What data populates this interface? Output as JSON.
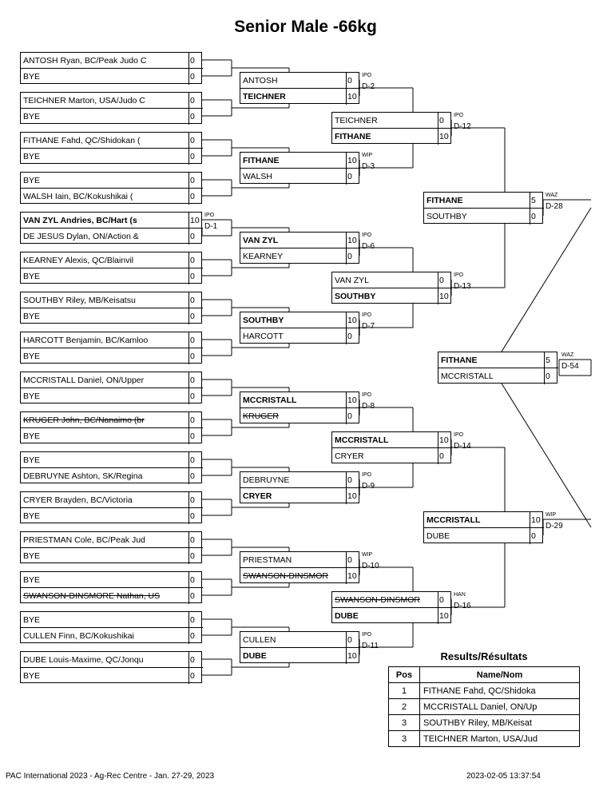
{
  "title": "Senior Male -66kg",
  "round1": [
    {
      "a": "ANTOSH Ryan, BC/Peak Judo C",
      "as": "0",
      "b": "BYE",
      "bs": "0"
    },
    {
      "a": "TEICHNER Marton, USA/Judo C",
      "as": "0",
      "b": "BYE",
      "bs": "0"
    },
    {
      "a": "FITHANE Fahd, QC/Shidokan (",
      "as": "0",
      "b": "BYE",
      "bs": "0"
    },
    {
      "a": "BYE",
      "as": "0",
      "b": "WALSH Iain, BC/Kokushikai (",
      "bs": "0"
    },
    {
      "a": "VAN ZYL Andries, BC/Hart (s",
      "as": "10",
      "b": "DE JESUS Dylan, ON/Action &",
      "bs": "0",
      "bold": "a",
      "m": "D-1",
      "w": "IPO"
    },
    {
      "a": "KEARNEY Alexis, QC/Blainvil",
      "as": "0",
      "b": "BYE",
      "bs": "0"
    },
    {
      "a": "SOUTHBY Riley, MB/Keisatsu",
      "as": "0",
      "b": "BYE",
      "bs": "0"
    },
    {
      "a": "HARCOTT Benjamin, BC/Kamloo",
      "as": "0",
      "b": "BYE",
      "bs": "0"
    },
    {
      "a": "MCCRISTALL Daniel, ON/Upper",
      "as": "0",
      "b": "BYE",
      "bs": "0"
    },
    {
      "a": "KRUGER John, BC/Nanaimo (br",
      "as": "0",
      "b": "BYE",
      "bs": "0",
      "strike": "a"
    },
    {
      "a": "BYE",
      "as": "0",
      "b": "DEBRUYNE Ashton, SK/Regina",
      "bs": "0"
    },
    {
      "a": "CRYER Brayden, BC/Victoria",
      "as": "0",
      "b": "BYE",
      "bs": "0"
    },
    {
      "a": "PRIESTMAN Cole, BC/Peak Jud",
      "as": "0",
      "b": "BYE",
      "bs": "0"
    },
    {
      "a": "BYE",
      "as": "0",
      "b": "SWANSON-DINSMORE Nathan, US",
      "bs": "0",
      "strike": "b"
    },
    {
      "a": "BYE",
      "as": "0",
      "b": "CULLEN Finn, BC/Kokushikai",
      "bs": "0"
    },
    {
      "a": "DUBE Louis-Maxime, QC/Jonqu",
      "as": "0",
      "b": "BYE",
      "bs": "0"
    }
  ],
  "round2": [
    {
      "a": "ANTOSH",
      "as": "0",
      "b": "TEICHNER",
      "bs": "10",
      "bold": "b",
      "m": "D-2",
      "w": "IPO"
    },
    {
      "a": "FITHANE",
      "as": "10",
      "b": "WALSH",
      "bs": "0",
      "bold": "a",
      "m": "D-3",
      "w": "WIP"
    },
    {
      "a": "VAN ZYL",
      "as": "10",
      "b": "KEARNEY",
      "bs": "0",
      "bold": "a",
      "m": "D-6",
      "w": "IPO"
    },
    {
      "a": "SOUTHBY",
      "as": "10",
      "b": "HARCOTT",
      "bs": "0",
      "bold": "a",
      "m": "D-7",
      "w": "IPO"
    },
    {
      "a": "MCCRISTALL",
      "as": "10",
      "b": "KRUGER",
      "bs": "0",
      "bold": "a",
      "strike": "b",
      "m": "D-8",
      "w": "IPO"
    },
    {
      "a": "DEBRUYNE",
      "as": "0",
      "b": "CRYER",
      "bs": "10",
      "bold": "b",
      "m": "D-9",
      "w": "IPO"
    },
    {
      "a": "PRIESTMAN",
      "as": "0",
      "b": "SWANSON-DINSMOR",
      "bs": "10",
      "strike": "b",
      "m": "D-10",
      "w": "WIP"
    },
    {
      "a": "CULLEN",
      "as": "0",
      "b": "DUBE",
      "bs": "10",
      "bold": "b",
      "m": "D-11",
      "w": "IPO"
    }
  ],
  "round3": [
    {
      "a": "TEICHNER",
      "as": "0",
      "b": "FITHANE",
      "bs": "10",
      "bold": "b",
      "m": "D-12",
      "w": "IPO"
    },
    {
      "a": "VAN ZYL",
      "as": "0",
      "b": "SOUTHBY",
      "bs": "10",
      "bold": "b",
      "m": "D-13",
      "w": "IPO"
    },
    {
      "a": "MCCRISTALL",
      "as": "10",
      "b": "CRYER",
      "bs": "0",
      "bold": "a",
      "m": "D-14",
      "w": "IPO"
    },
    {
      "a": "SWANSON-DINSMOR",
      "as": "0",
      "b": "DUBE",
      "bs": "10",
      "bold": "b",
      "strike": "a",
      "m": "D-16",
      "w": "HAN"
    }
  ],
  "round4": [
    {
      "a": "FITHANE",
      "as": "5",
      "b": "SOUTHBY",
      "bs": "0",
      "bold": "a",
      "m": "D-28",
      "w": "WAZ"
    },
    {
      "a": "MCCRISTALL",
      "as": "10",
      "b": "DUBE",
      "bs": "0",
      "bold": "a",
      "m": "D-29",
      "w": "WIP"
    }
  ],
  "final": {
    "a": "FITHANE",
    "as": "5",
    "b": "MCCRISTALL",
    "bs": "0",
    "bold": "a",
    "m": "D-54",
    "w": "WAZ"
  },
  "results": {
    "title": "Results/Résultats",
    "col_pos": "Pos",
    "col_name": "Name/Nom",
    "rows": [
      {
        "pos": "1",
        "name": "FITHANE Fahd, QC/Shidoka"
      },
      {
        "pos": "2",
        "name": "MCCRISTALL Daniel, ON/Up"
      },
      {
        "pos": "3",
        "name": "SOUTHBY Riley, MB/Keisat"
      },
      {
        "pos": "3",
        "name": "TEICHNER Marton, USA/Jud"
      }
    ]
  },
  "footer": {
    "left": "PAC International 2023 - Ag-Rec Centre - Jan. 27-29, 2023",
    "right": "2023-02-05 13:37:54"
  }
}
